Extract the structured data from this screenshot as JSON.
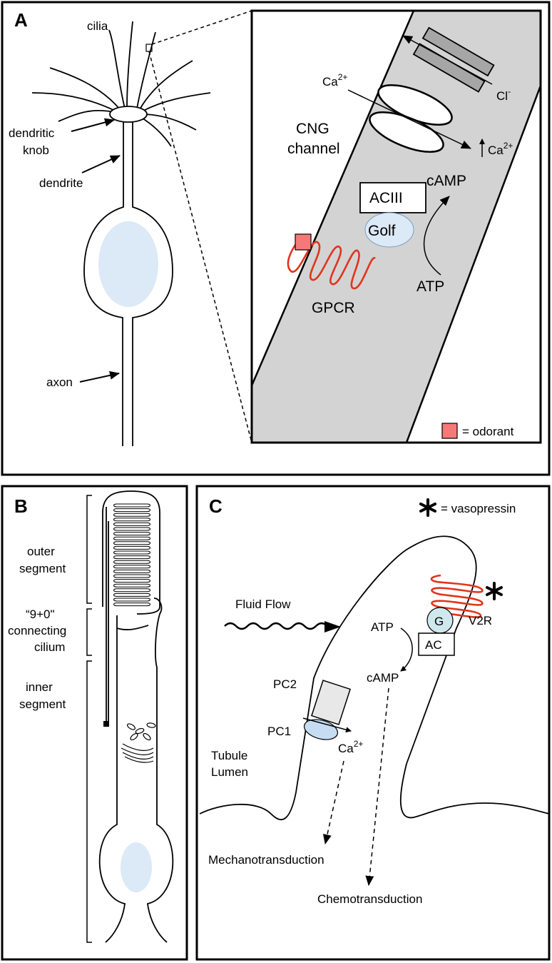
{
  "panels": {
    "a": {
      "letter": "A",
      "labels": {
        "cilia": "cilia",
        "dendritic_knob_1": "dendritic",
        "dendritic_knob_2": "knob",
        "dendrite": "dendrite",
        "axon": "axon"
      },
      "inset": {
        "ca_in": "Ca",
        "ca_in_sup": "2+",
        "cl": "Cl",
        "cl_sup": "-",
        "cng_1": "CNG",
        "cng_2": "channel",
        "ca_out": "Ca",
        "ca_out_sup": "2+",
        "camp": "cAMP",
        "aciii": "ACIII",
        "golf": "Golf",
        "atp": "ATP",
        "gpcr": "GPCR",
        "legend": "= odorant"
      }
    },
    "b": {
      "letter": "B",
      "labels": {
        "outer_1": "outer",
        "outer_2": "segment",
        "conn_1": "“9+0\"",
        "conn_2": "connecting",
        "conn_3": "cilium",
        "inner_1": "inner",
        "inner_2": "segment"
      }
    },
    "c": {
      "letter": "C",
      "labels": {
        "legend": "= vasopressin",
        "fluid_flow": "Fluid Flow",
        "pc2": "PC2",
        "pc1": "PC1",
        "ca": "Ca",
        "ca_sup": "2+",
        "tubule_1": "Tubule",
        "tubule_2": "Lumen",
        "atp": "ATP",
        "camp": "cAMP",
        "g": "G",
        "ac": "AC",
        "v2r": "V2R",
        "mechano": "Mechanotransduction",
        "chemo": "Chemotransduction"
      }
    }
  },
  "colors": {
    "membrane_gray": "#d3d3d3",
    "channel_gray": "#a6a6a6",
    "receptor_red": "#e0341c",
    "odorant_red": "#f47a7a",
    "nucleus_blue": "#dce9f7",
    "protein_blue": "#c6dcf2"
  }
}
